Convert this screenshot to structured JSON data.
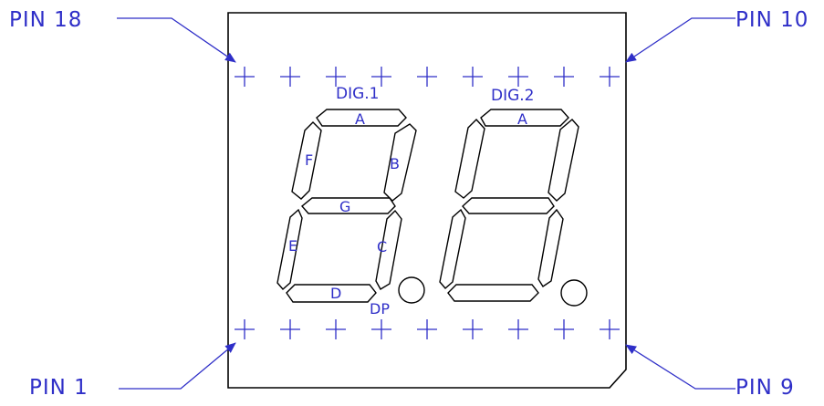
{
  "pin_labels": {
    "top_left": "PIN 18",
    "top_right": "PIN 10",
    "bottom_left": "PIN 1",
    "bottom_right": "PIN 9"
  },
  "digits": [
    {
      "name": "DIG.1",
      "segments": {
        "a": "A",
        "b": "B",
        "c": "C",
        "d": "D",
        "e": "E",
        "f": "F",
        "g": "G"
      },
      "dp": "DP"
    },
    {
      "name": "DIG.2",
      "segments": {
        "a": "A"
      }
    }
  ],
  "pins_per_row": 9,
  "colors": {
    "outline": "#000000",
    "annotation": "#2f2fc8",
    "background": "#ffffff"
  }
}
